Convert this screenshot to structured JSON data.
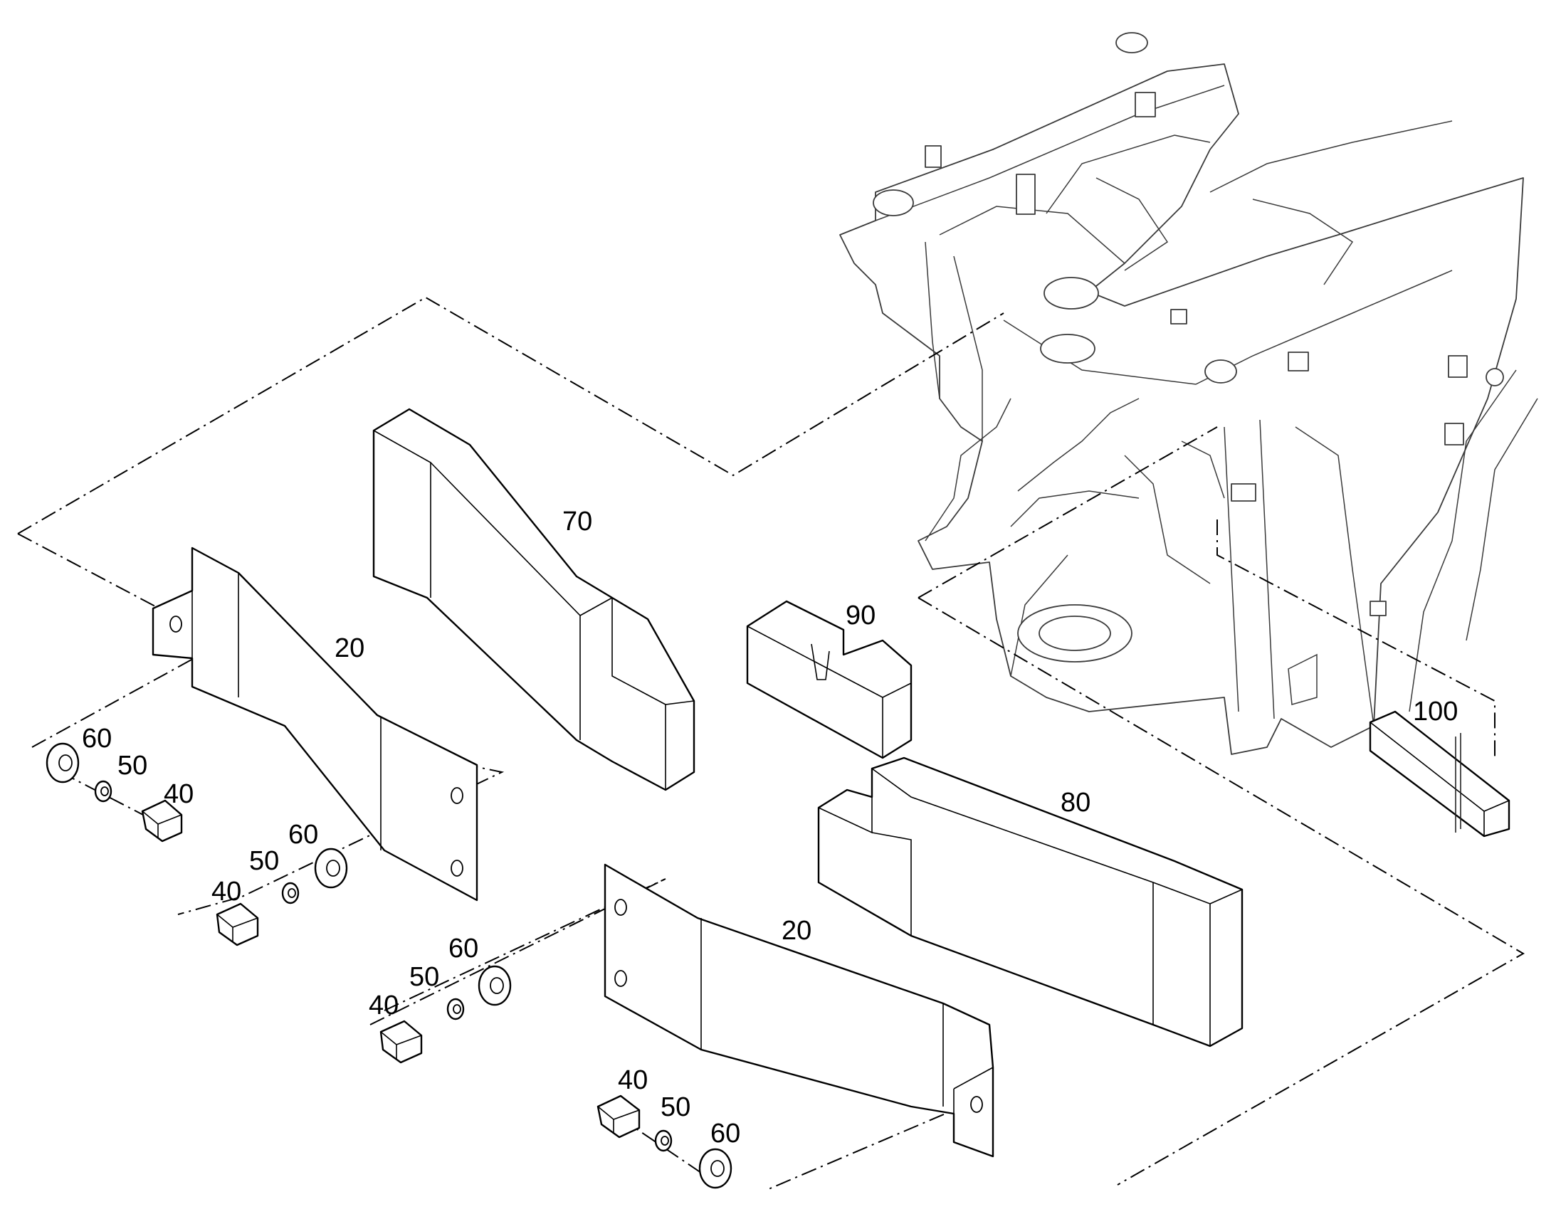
{
  "callouts": {
    "c70": "70",
    "c90": "90",
    "c100": "100",
    "c80": "80",
    "c20a": "20",
    "c20b": "20",
    "c60a": "60",
    "c50a": "50",
    "c40a": "40",
    "c60b": "60",
    "c50b": "50",
    "c40b": "40",
    "c60c": "60",
    "c50c": "50",
    "c40c": "40",
    "c40d": "40",
    "c50d": "50",
    "c60d": "60"
  }
}
